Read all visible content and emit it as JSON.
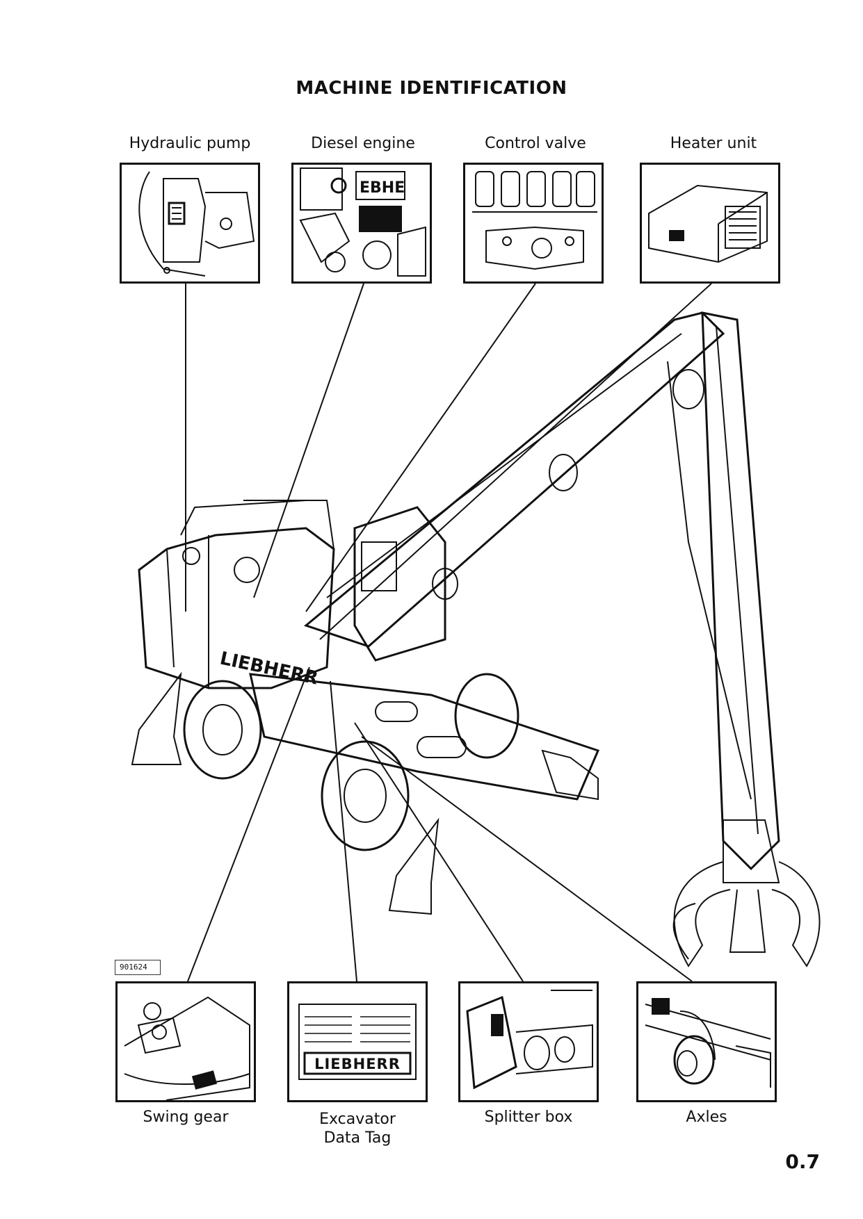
{
  "title": "MACHINE IDENTIFICATION",
  "components_top": [
    {
      "label": "Hydraulic pump"
    },
    {
      "label": "Diesel engine"
    },
    {
      "label": "Control valve"
    },
    {
      "label": "Heater unit"
    }
  ],
  "components_bottom": [
    {
      "label": "Swing gear"
    },
    {
      "label": "Excavator\nData Tag"
    },
    {
      "label": "Splitter box"
    },
    {
      "label": "Axles"
    }
  ],
  "figure_code": "901624",
  "tag_brand": "LIEBHERR",
  "page_number": "0.7"
}
